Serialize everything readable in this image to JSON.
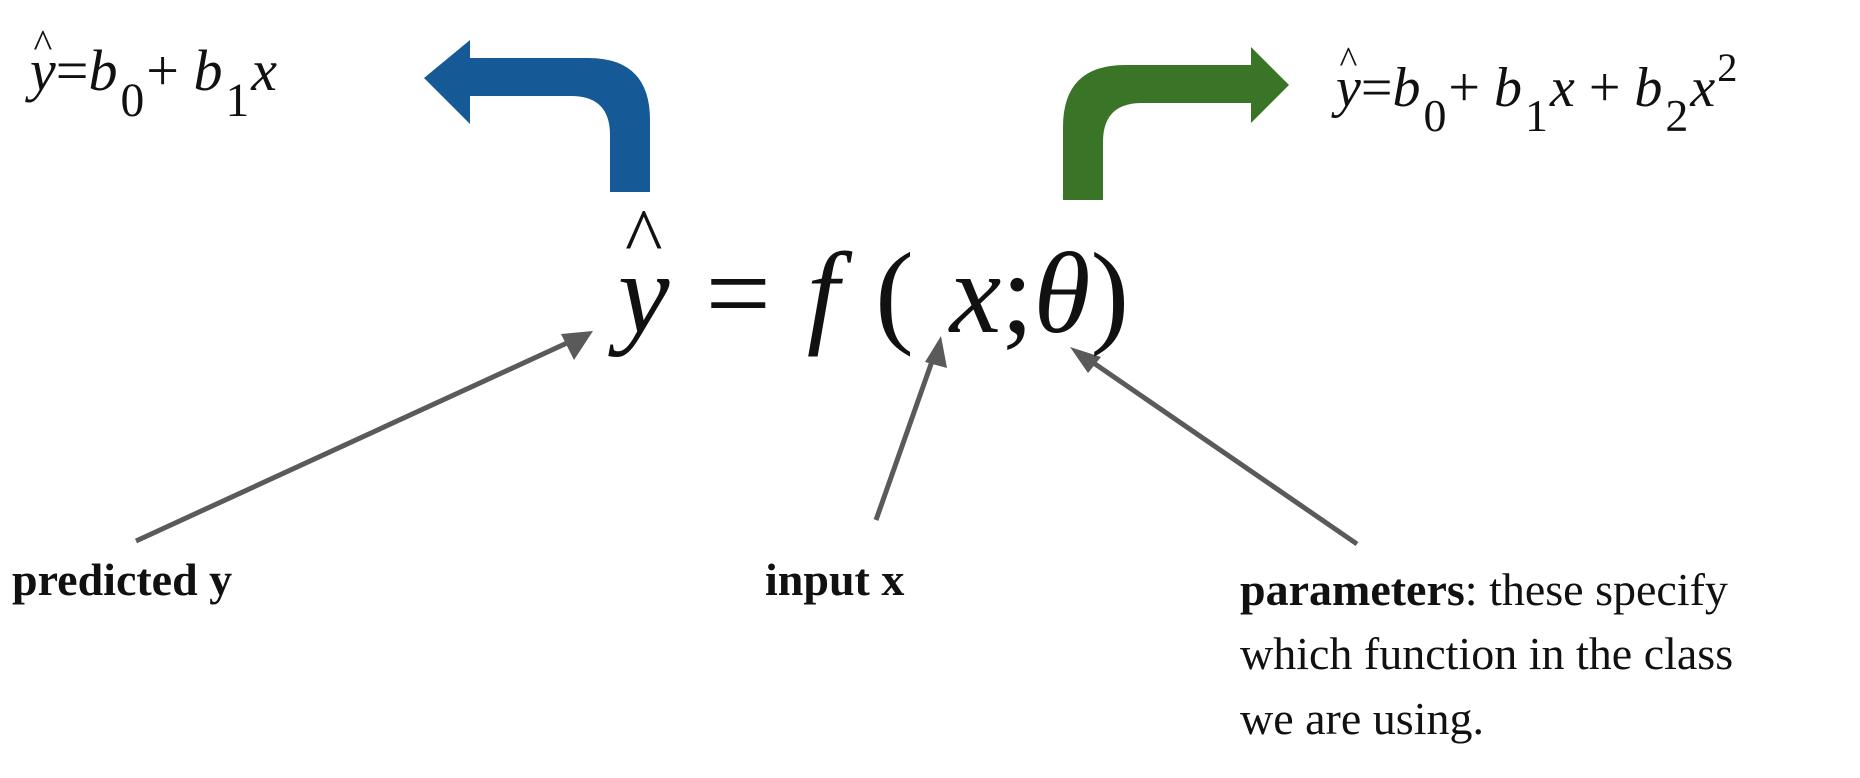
{
  "left_equation": {
    "lhs": "y",
    "hat": "^",
    "eq": "=",
    "b": "b",
    "sub0": "0",
    "plus": "+",
    "sub1": "1",
    "x": "x"
  },
  "right_equation": {
    "lhs": "y",
    "hat": "^",
    "eq": "=",
    "b": "b",
    "sub0": "0",
    "plus": "+",
    "sub1": "1",
    "x": "x",
    "sub2": "2",
    "sup2": "2"
  },
  "main_equation": {
    "lhs": "y",
    "hat": "^",
    "eq": "=",
    "f": "f",
    "open": "(",
    "x": "x",
    "semi": ";",
    "theta": "θ",
    "close": ")"
  },
  "labels": {
    "predicted": "predicted y",
    "input": "input x",
    "parameters_bold": "parameters",
    "parameters_rest_1": ": these specify",
    "parameters_line_2": "which function in the class",
    "parameters_line_3": "we are using."
  },
  "colors": {
    "left_arrow": "#155a96",
    "right_arrow": "#3a7427",
    "pointer_arrow": "#5a5a5a"
  }
}
